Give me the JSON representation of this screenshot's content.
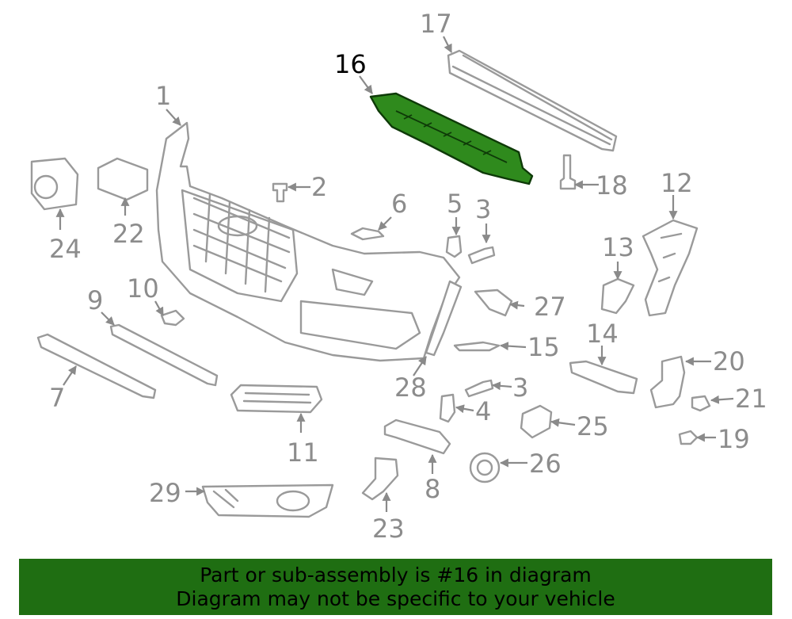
{
  "highlighted_part": "16",
  "callouts": [
    "1",
    "2",
    "3",
    "3",
    "4",
    "5",
    "6",
    "7",
    "8",
    "9",
    "10",
    "11",
    "12",
    "13",
    "14",
    "15",
    "16",
    "17",
    "18",
    "19",
    "20",
    "21",
    "22",
    "23",
    "24",
    "25",
    "26",
    "27",
    "28",
    "29"
  ],
  "banner": {
    "line1": "Part or sub-assembly is #16 in diagram",
    "line2": "Diagram may not be specific to your vehicle"
  },
  "colors": {
    "highlight": "#2f8a1d",
    "banner": "#1f6e12",
    "line_art": "#9a9a9a"
  }
}
